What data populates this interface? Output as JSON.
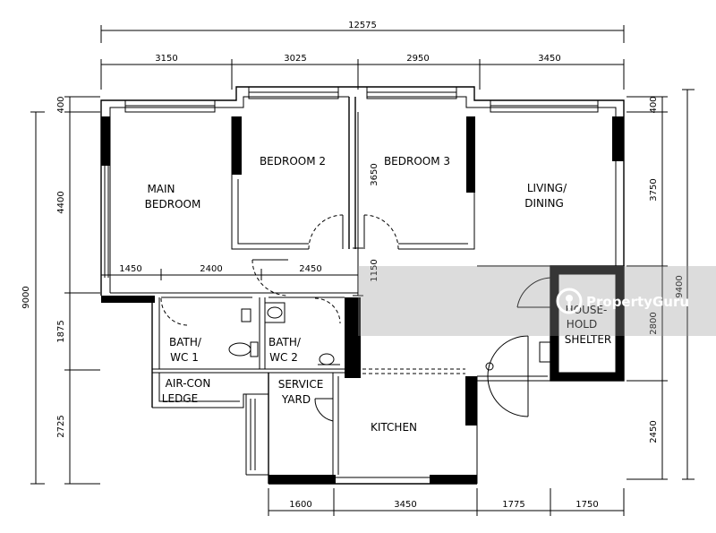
{
  "dimensions": {
    "top_total": "12575",
    "top_segments": [
      "3150",
      "3025",
      "2950",
      "3450"
    ],
    "left_total": "9000",
    "left_segments": [
      "400",
      "4400",
      "1875",
      "2725"
    ],
    "right_segments": [
      "400",
      "3750",
      "2800",
      "2450"
    ],
    "right_total": "9400",
    "bottom_segments": [
      "1600",
      "3450",
      "1775",
      "1750"
    ],
    "inner": {
      "d1450": "1450",
      "d2400": "2400",
      "d2450": "2450",
      "d3650": "3650",
      "d1150": "1150"
    }
  },
  "rooms": {
    "main_bedroom": [
      "MAIN",
      "BEDROOM"
    ],
    "bedroom2": "BEDROOM 2",
    "bedroom3": "BEDROOM 3",
    "living": [
      "LIVING/",
      "DINING"
    ],
    "bath1": [
      "BATH/",
      "WC 1"
    ],
    "bath2": [
      "BATH/",
      "WC 2"
    ],
    "aircon": [
      "AIR-CON",
      "LEDGE"
    ],
    "service": [
      "SERVICE",
      "YARD"
    ],
    "kitchen": "KITCHEN",
    "shelter": [
      "HOUSE-",
      "HOLD",
      "SHELTER"
    ]
  },
  "watermark": {
    "text": "PropertyGuru"
  }
}
